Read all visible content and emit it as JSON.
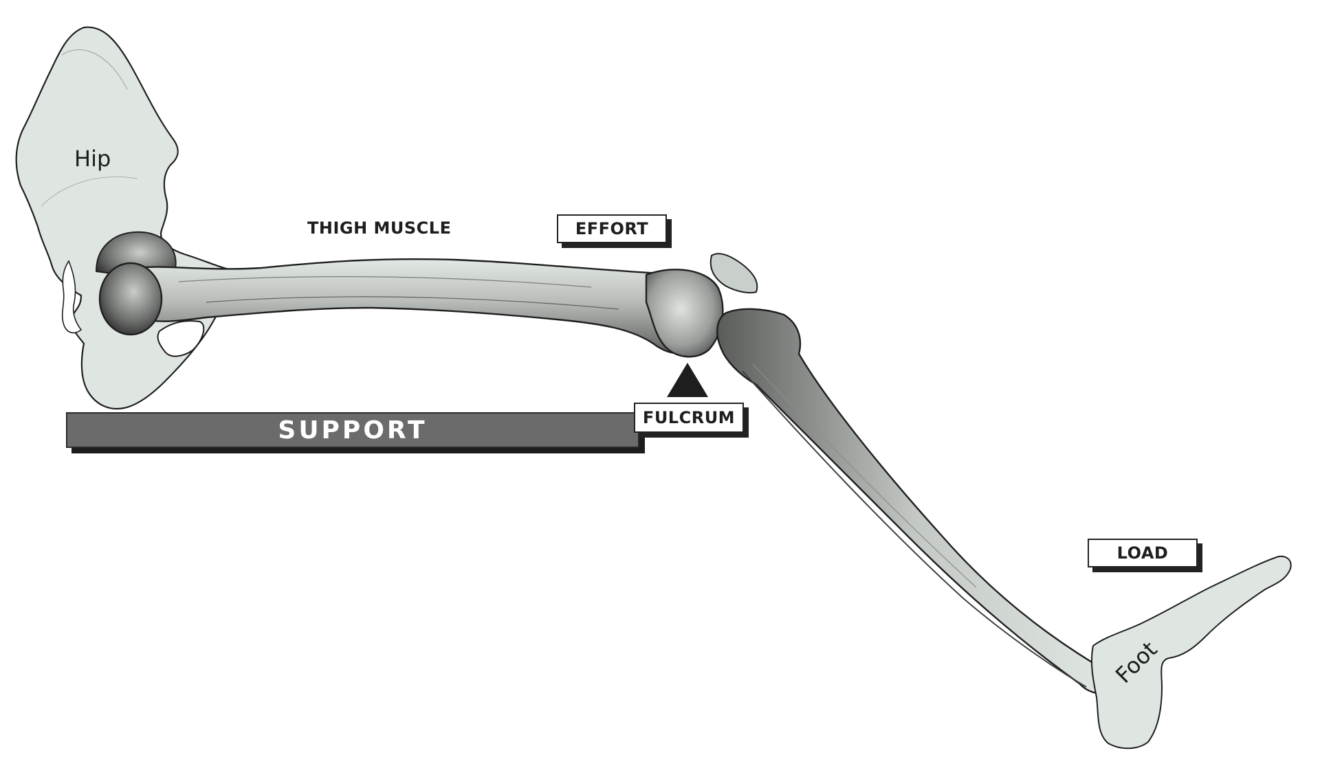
{
  "diagram": {
    "type": "anatomical lever diagram",
    "bones": {
      "hip": {
        "label": "Hip"
      },
      "foot": {
        "label": "Foot"
      }
    },
    "labels": {
      "muscle": "THIGH MUSCLE",
      "effort": "EFFORT",
      "fulcrum": "FULCRUM",
      "load": "LOAD",
      "support": "SUPPORT"
    },
    "colors": {
      "bone_fill": "#dfe6e1",
      "outline": "#1e1e1e",
      "support_bar": "#6b6b6b",
      "shadow": "#1c1c1c",
      "background": "#ffffff"
    }
  }
}
